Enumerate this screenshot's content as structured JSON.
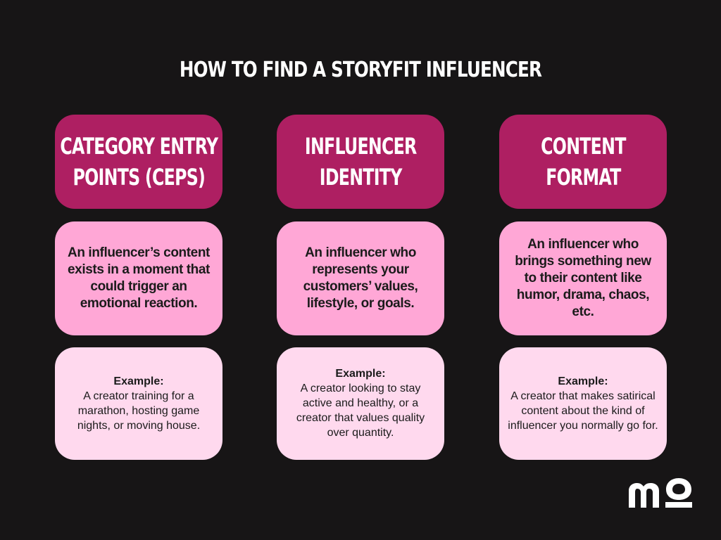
{
  "title": "HOW TO FIND A STORYFIT INFLUENCER",
  "columns": [
    {
      "heading_lines": [
        "CATEGORY ENTRY",
        "POINTS (CEPS)"
      ],
      "description": "An influencer’s content exists in a moment that could trigger an emotional reaction.",
      "example_label": "Example:",
      "example_text": "A creator training for a marathon, hosting game nights, or moving house."
    },
    {
      "heading_lines": [
        "INFLUENCER",
        "IDENTITY"
      ],
      "description": "An influencer who represents your customers’ values, lifestyle, or goals.",
      "example_label": "Example:",
      "example_text": "A creator looking to stay active and healthy, or a creator that values quality over quantity."
    },
    {
      "heading_lines": [
        "CONTENT",
        "FORMAT"
      ],
      "description": "An influencer who brings something new to their content like humor, drama, chaos, etc.",
      "example_label": "Example:",
      "example_text": "A creator that makes satirical content about the kind of influencer you normally go for."
    }
  ],
  "logo": {
    "icon": "mo-logo-icon",
    "color": "#ffffff"
  },
  "colors": {
    "background": "#171516",
    "heading_card": "#ae1f62",
    "description_card": "#ffa7d6",
    "example_card": "#ffd9ee"
  }
}
